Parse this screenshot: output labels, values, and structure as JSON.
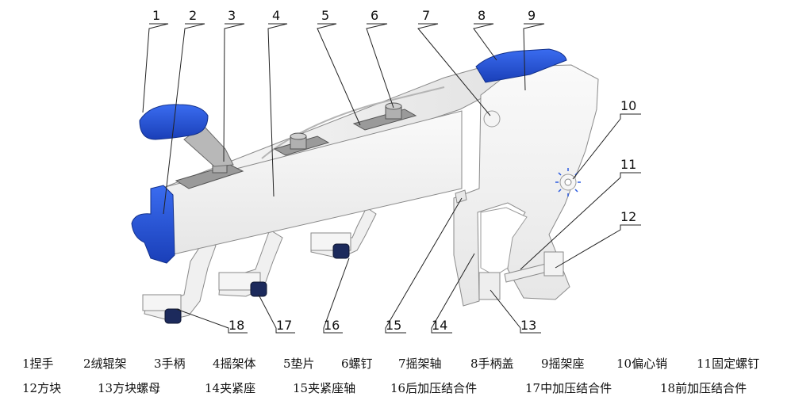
{
  "callouts": [
    "1",
    "2",
    "3",
    "4",
    "5",
    "6",
    "7",
    "8",
    "9",
    "10",
    "11",
    "12",
    "13",
    "14",
    "15",
    "16",
    "17",
    "18"
  ],
  "legend": [
    "1捏手",
    "2绒辊架",
    "3手柄",
    "4摇架体",
    "5垫片",
    "6螺钉",
    "7摇架轴",
    "8手柄盖",
    "9摇架座",
    "10偏心销",
    "11固定螺钉",
    "12方块",
    "13方块螺母",
    "14夹紧座",
    "15夹紧座轴",
    "16后加压结合件",
    "17中加压结合件",
    "18前加压结合件"
  ],
  "colors": {
    "blue": "#1f4fd8",
    "body": "#f2f2f2",
    "edge": "#8a8a8a",
    "line": "#222222"
  }
}
